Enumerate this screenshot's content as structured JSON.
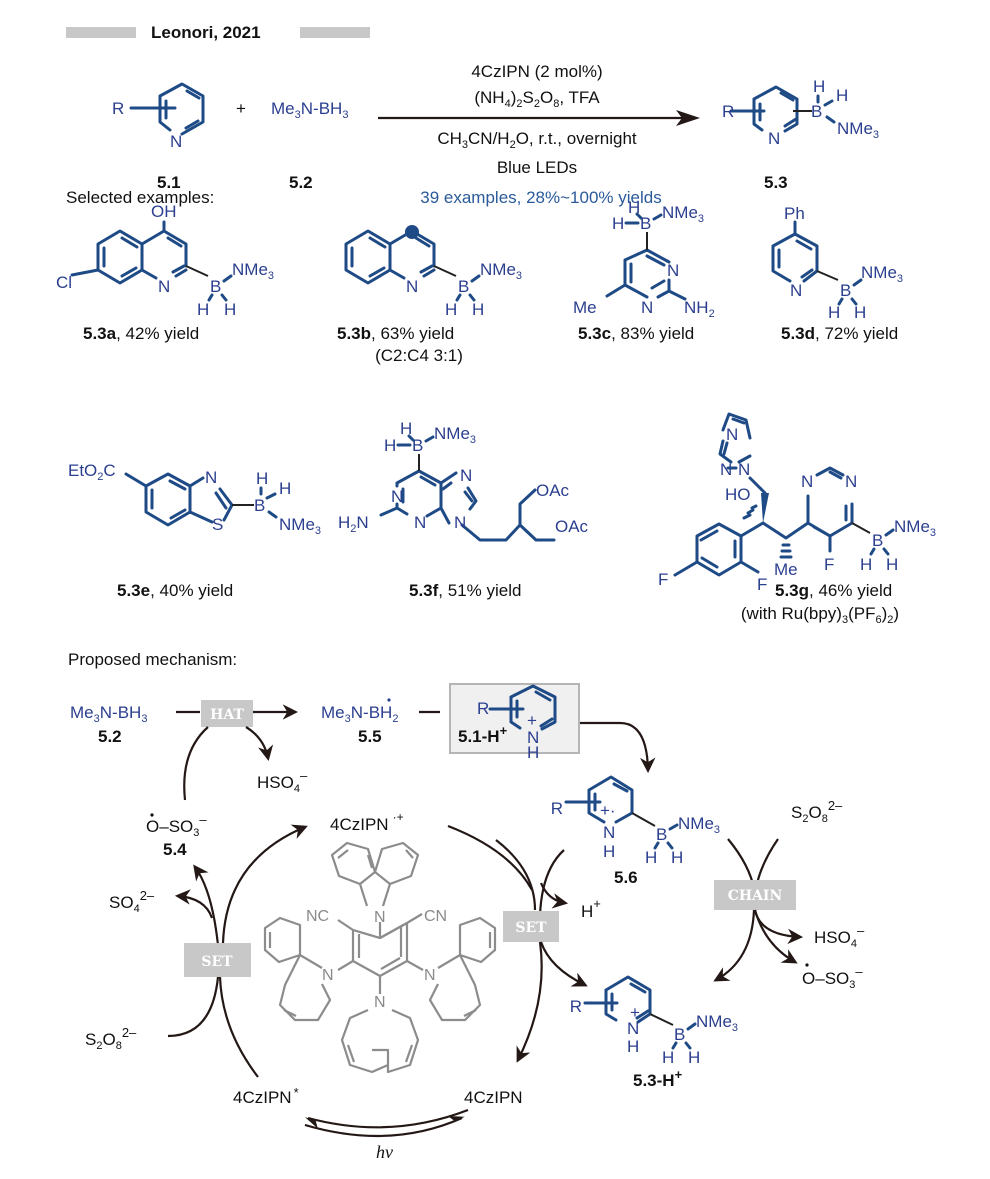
{
  "header": {
    "title": "Leonori, 2021"
  },
  "colors": {
    "structure_blue": "#1e4a86",
    "label_blue": "#2b3f8f",
    "highlight_blue": "#2a5a9a",
    "tag_gray": "#c8c8c8",
    "catalyst_gray": "#8c8c8c"
  },
  "reaction": {
    "reactant1": {
      "id": "5.1",
      "substituent": "R",
      "n": "N"
    },
    "plus": "+",
    "reactant2": {
      "id": "5.2",
      "formula": "Me3N-BH3",
      "parts": [
        "Me",
        "3",
        "N-BH",
        "3"
      ]
    },
    "conditions": {
      "line1": "4CzIPN (2 mol%)",
      "line2_parts": [
        "(NH",
        "4",
        ")",
        "2",
        "S",
        "2",
        "O",
        "8",
        ", TFA"
      ],
      "line3_parts": [
        "CH",
        "3",
        "CN/H",
        "2",
        "O, r.t., overnight"
      ],
      "line4": "Blue LEDs",
      "scope": "39 examples, 28%~100% yields"
    },
    "product": {
      "id": "5.3",
      "substituent": "R",
      "n": "N",
      "b": "B",
      "h": "H",
      "nme3": [
        "NMe",
        "3"
      ]
    }
  },
  "examples": {
    "heading": "Selected examples:",
    "items": [
      {
        "id": "5.3a",
        "yield": ", 42% yield",
        "note": ""
      },
      {
        "id": "5.3b",
        "yield": ", 63% yield",
        "note": "(C2:C4 3:1)"
      },
      {
        "id": "5.3c",
        "yield": ", 83% yield",
        "note": ""
      },
      {
        "id": "5.3d",
        "yield": ", 72% yield",
        "note": ""
      },
      {
        "id": "5.3e",
        "yield": ", 40% yield",
        "note": ""
      },
      {
        "id": "5.3f",
        "yield": ", 51% yield",
        "note": ""
      },
      {
        "id": "5.3g",
        "yield": ", 46% yield",
        "note_parts": [
          "(with Ru(bpy)",
          "3",
          "(PF",
          "6",
          ")",
          "2",
          ")"
        ]
      }
    ],
    "atoms": {
      "oh": "OH",
      "cl": "Cl",
      "n": "N",
      "b": "B",
      "h": "H",
      "nme": "NMe",
      "three": "3",
      "me": "Me",
      "nh": "NH",
      "two": "2",
      "ph": "Ph",
      "eto2c": [
        "EtO",
        "2",
        "C"
      ],
      "s": "S",
      "h2n": [
        "H",
        "2",
        "N"
      ],
      "oac": "OAc",
      "f": "F",
      "ho": "HO"
    }
  },
  "mechanism": {
    "heading": "Proposed mechanism:",
    "tags": {
      "hat": "HAT",
      "set1": "SET",
      "set2": "SET",
      "chain": "CHAIN"
    },
    "species": {
      "s52": {
        "formula_parts": [
          "Me",
          "3",
          "N-BH",
          "3"
        ],
        "id": "5.2"
      },
      "s55": {
        "formula_parts": [
          "Me",
          "3",
          "N-",
          "B",
          "H",
          "2"
        ],
        "id": "5.5"
      },
      "s51h": {
        "id_parts": [
          "5.1-H",
          "+"
        ]
      },
      "s56": {
        "id": "5.6"
      },
      "s54": {
        "formula_parts": [
          "O",
          "–SO",
          "3",
          "–"
        ],
        "id": "5.4"
      },
      "s53h": {
        "id_parts": [
          "5.3-H",
          "+"
        ]
      },
      "hso4_a": [
        "HSO",
        "4",
        "–"
      ],
      "hso4_b": [
        "HSO",
        "4",
        "–"
      ],
      "so4": [
        "SO",
        "4",
        "2–"
      ],
      "s2o8_left": [
        "S",
        "2",
        "O",
        "8",
        "2–"
      ],
      "s2o8_right": [
        "S",
        "2",
        "O",
        "8",
        "2–"
      ],
      "oso3_right": [
        "O",
        "–SO",
        "3",
        "–"
      ],
      "hplus": [
        "H",
        "+"
      ],
      "cat_radical_cation": [
        "4CzIPN",
        "·+"
      ],
      "cat_excited": [
        "4CzIPN",
        "*"
      ],
      "cat_ground": "4CzIPN",
      "hv": "hv",
      "catalyst_atoms": {
        "nc": "NC",
        "cn": "CN",
        "n": "N"
      }
    }
  }
}
